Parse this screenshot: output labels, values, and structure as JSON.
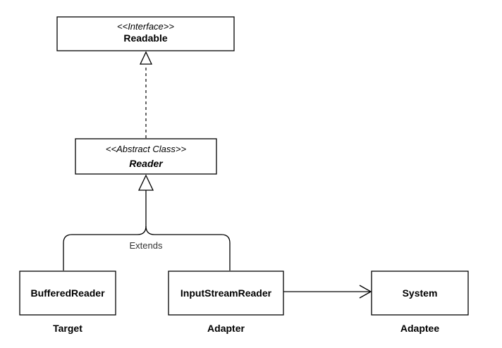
{
  "nodes": {
    "readable": {
      "stereotype": "<<Interface>>",
      "name": "Readable"
    },
    "reader": {
      "stereotype": "<<Abstract Class>>",
      "name": "Reader"
    },
    "buffered_reader": {
      "name": "BufferedReader",
      "role": "Target"
    },
    "input_stream_reader": {
      "name": "InputStreamReader",
      "role": "Adapter"
    },
    "system": {
      "name": "System",
      "role": "Adaptee"
    }
  },
  "edges": {
    "extends_label": "Extends"
  },
  "colors": {
    "stroke": "#000000",
    "fill": "#ffffff",
    "label": "#333333"
  }
}
